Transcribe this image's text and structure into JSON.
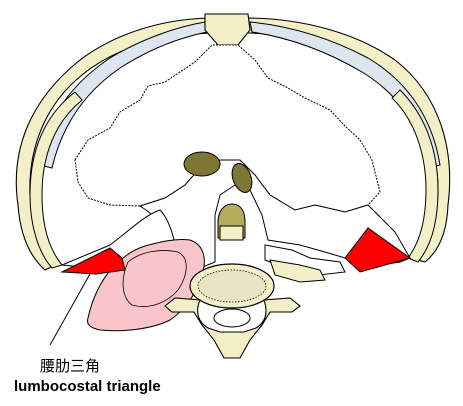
{
  "labels": {
    "chinese": "腰肋三角",
    "english": "lumbocostal triangle"
  },
  "colors": {
    "costal_cartilage": "#dde6ee",
    "bone": "#f3f0c8",
    "vertebral_body": "#e8e4c4",
    "diaphragm": "#ffffff",
    "triangle_highlight": "#ff0000",
    "kidney": "#f9c5c8",
    "vessel": "#7d7634",
    "outline": "#000000"
  },
  "icons": {
    "pointer": "leader-line"
  }
}
